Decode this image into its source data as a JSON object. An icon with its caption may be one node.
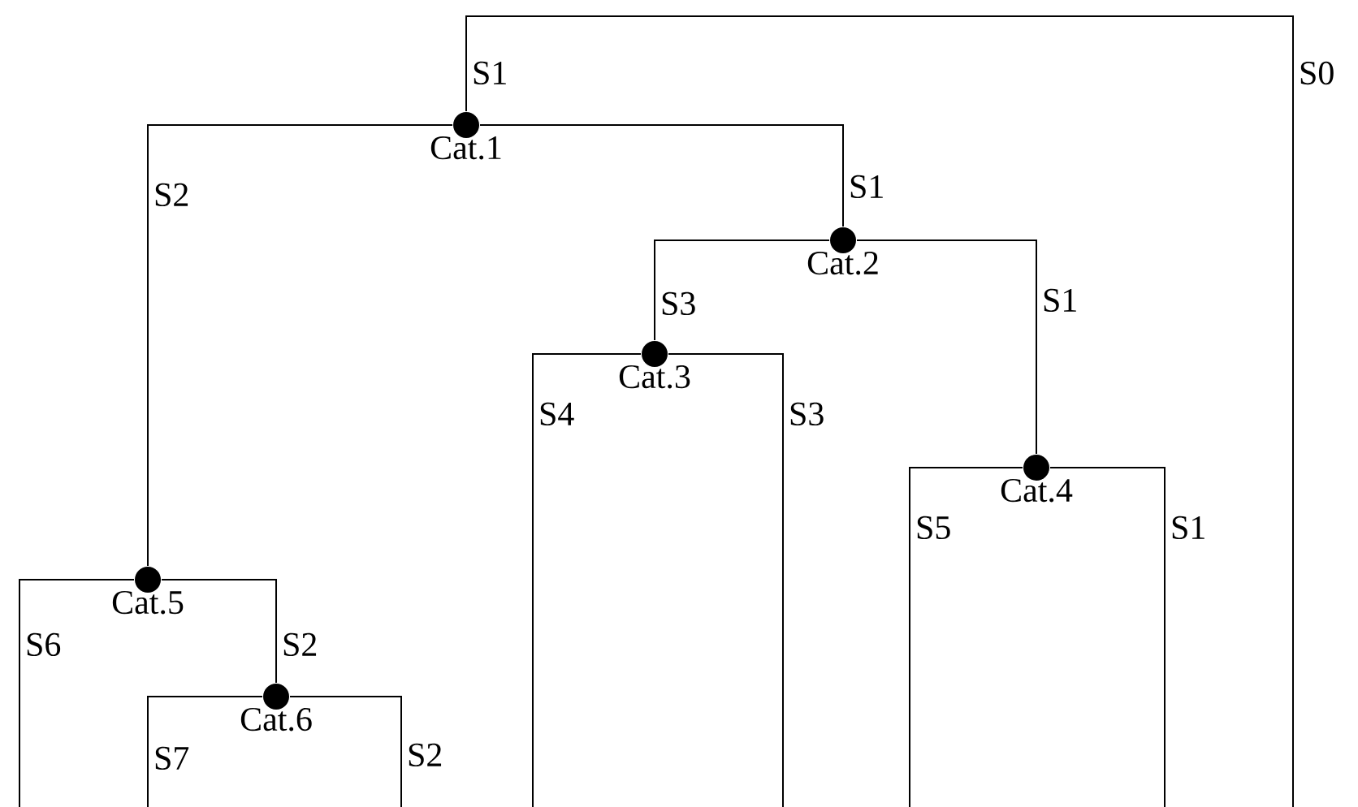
{
  "diagram": {
    "nodes": [
      {
        "text": [],
        "shape": "circle",
        "beside": [
          "Cat.1"
        ]
      },
      {
        "text": [],
        "shape": "circle",
        "beside": [
          "Cat.2"
        ]
      },
      {
        "text": [],
        "shape": "circle",
        "beside": [
          "Cat.3"
        ]
      },
      {
        "text": [],
        "shape": "circle",
        "beside": [
          "Cat.4"
        ]
      },
      {
        "text": [],
        "shape": "circle",
        "beside": [
          "Cat.5"
        ]
      },
      {
        "text": [],
        "shape": "circle",
        "beside": [
          "Cat.6"
        ]
      }
    ],
    "edges": [
      {
        "from": null,
        "to": 0,
        "arrow": "none",
        "label": "S1"
      },
      {
        "from": 0,
        "to": 1,
        "arrow": "none",
        "label": "S1"
      },
      {
        "from": 0,
        "to": 4,
        "arrow": "none",
        "label": "S2"
      },
      {
        "from": 1,
        "to": 2,
        "arrow": "none",
        "label": "S3"
      },
      {
        "from": 1,
        "to": 3,
        "arrow": "none",
        "label": "S1"
      },
      {
        "from": 2,
        "to": null,
        "arrow": "none",
        "label": "S4"
      },
      {
        "from": 2,
        "to": null,
        "arrow": "none",
        "label": "S3"
      },
      {
        "from": 3,
        "to": null,
        "arrow": "none",
        "label": "S5"
      },
      {
        "from": 3,
        "to": null,
        "arrow": "none",
        "label": "S1"
      },
      {
        "from": 4,
        "to": null,
        "arrow": "none",
        "label": "S6"
      },
      {
        "from": 4,
        "to": 5,
        "arrow": "none",
        "label": "S2"
      },
      {
        "from": 5,
        "to": null,
        "arrow": "none",
        "label": "S7"
      },
      {
        "from": 5,
        "to": null,
        "arrow": "none",
        "label": "S2"
      }
    ],
    "labels": [
      "S0"
    ]
  }
}
